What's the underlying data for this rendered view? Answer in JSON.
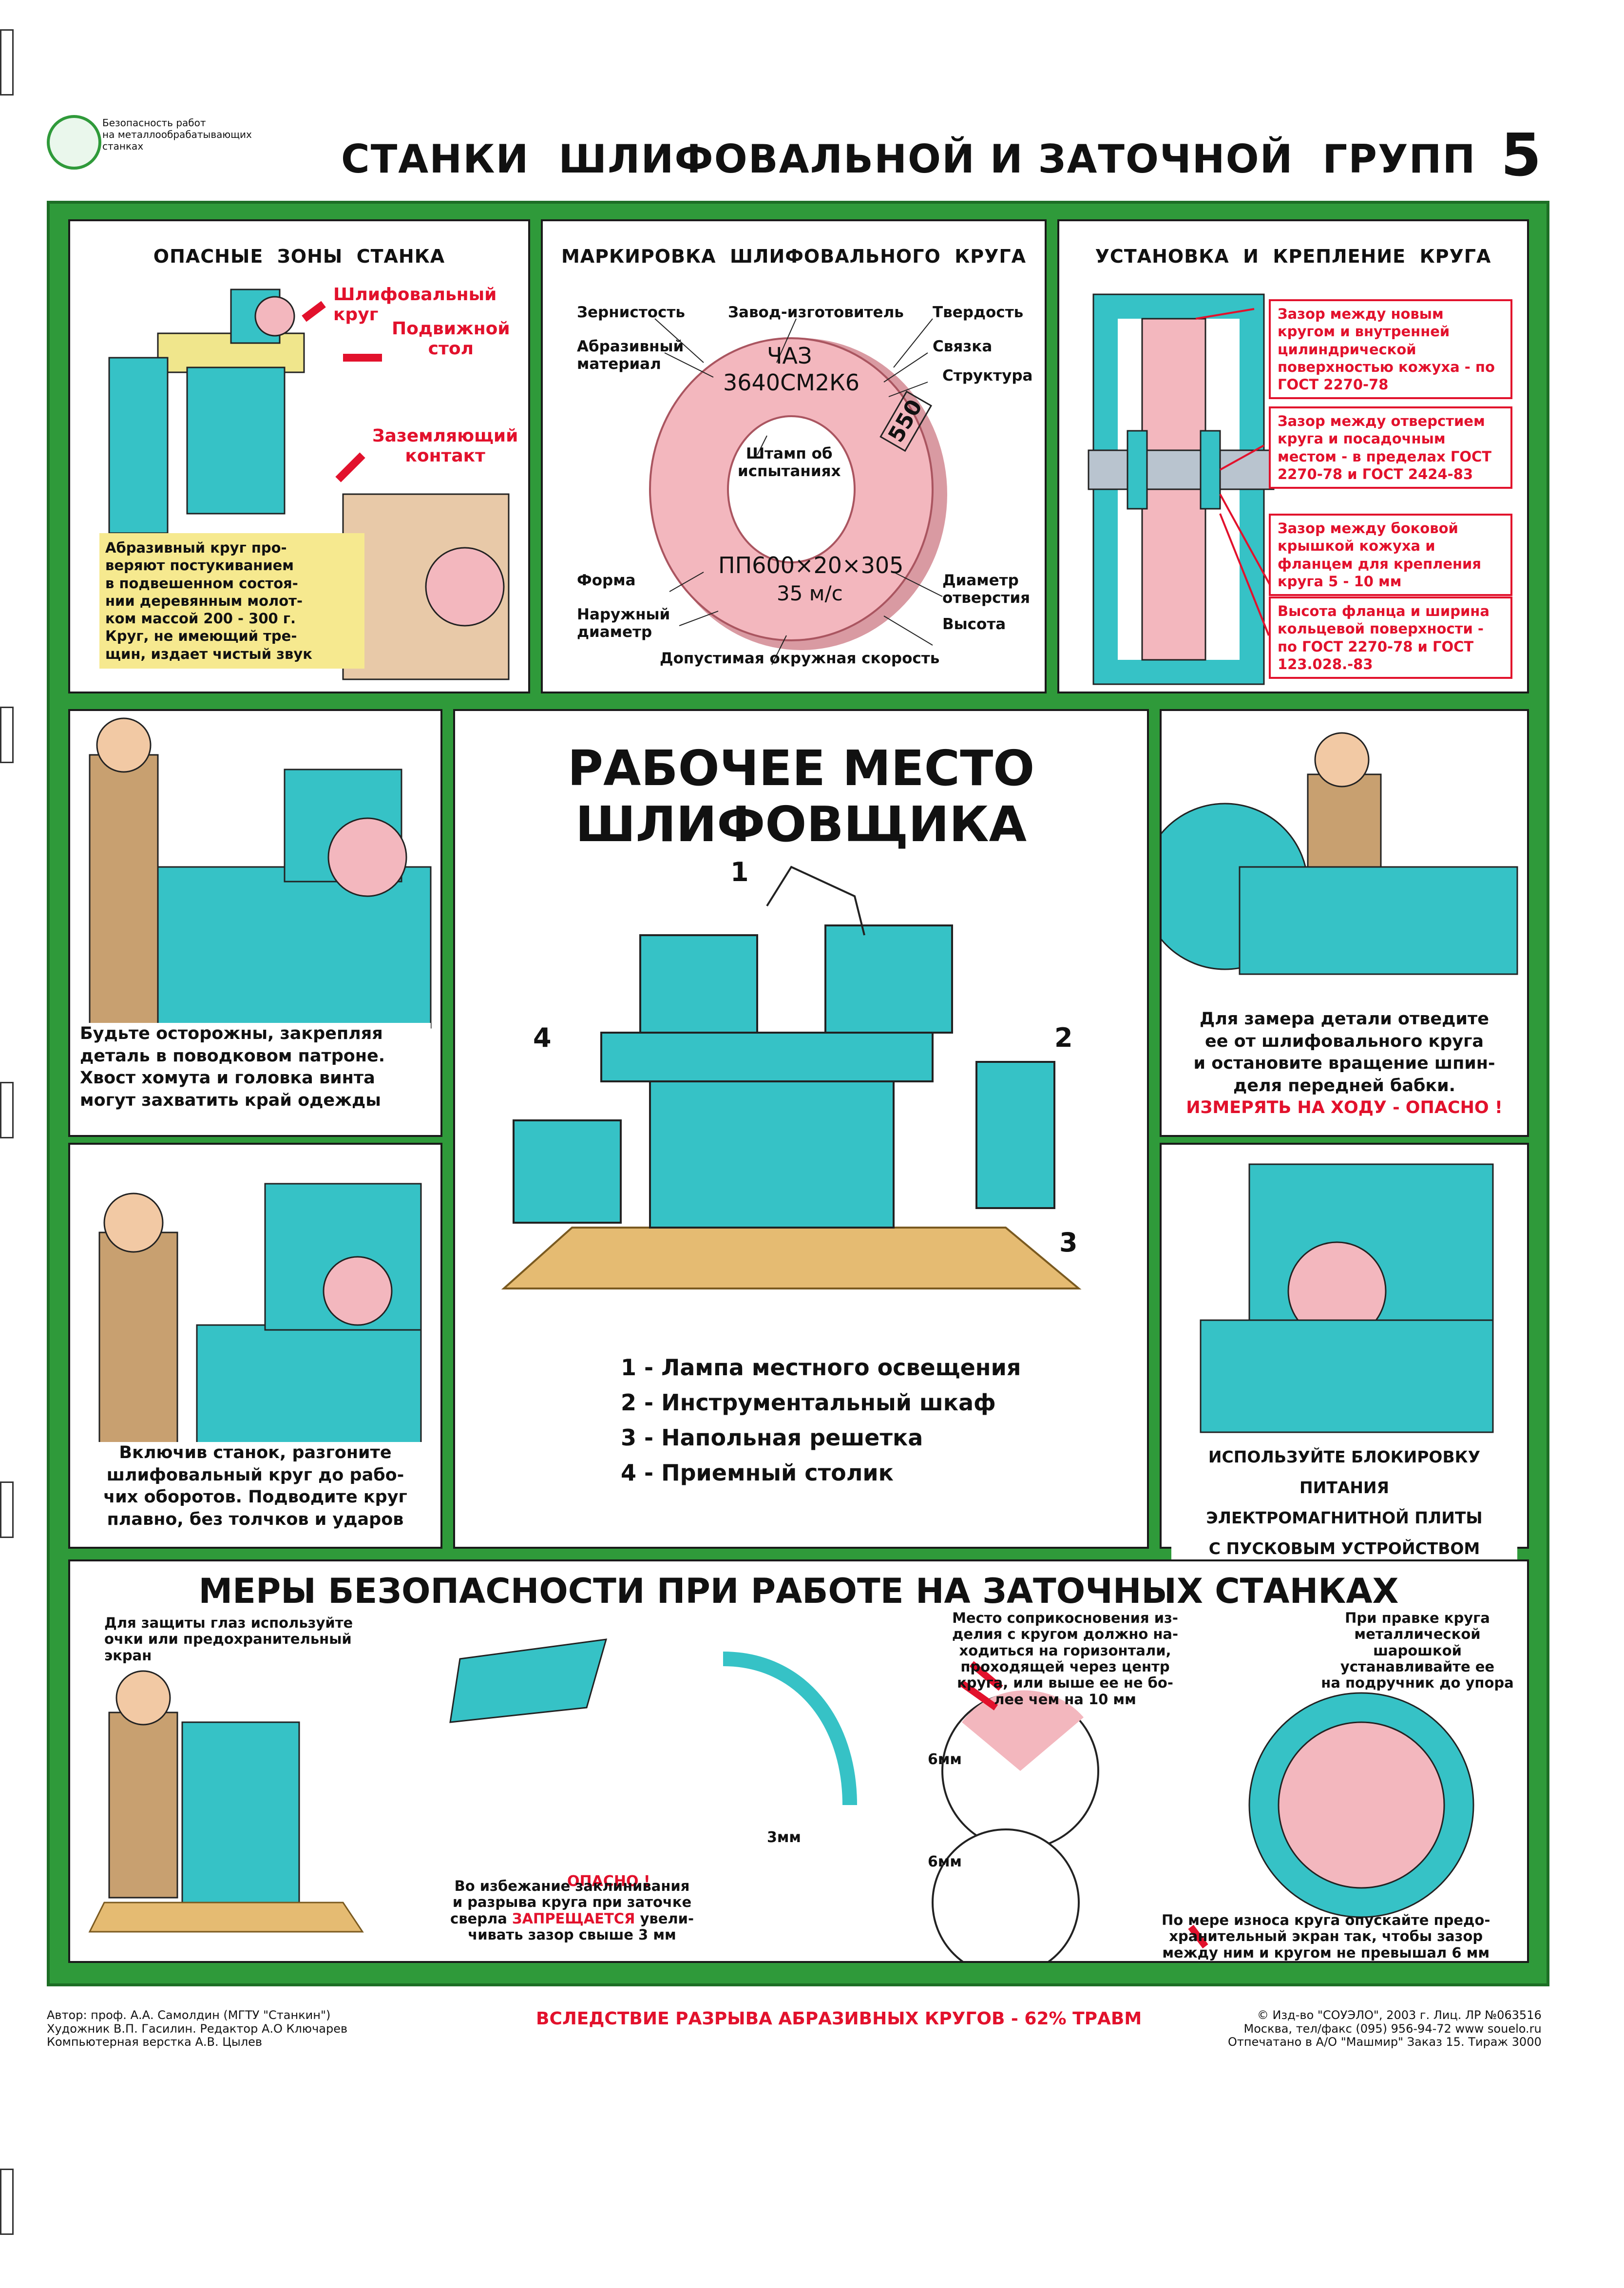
{
  "header": {
    "series": [
      "Безопасность работ",
      "на металлообрабатывающих",
      "станках"
    ],
    "title": "СТАНКИ  ШЛИФОВАЛЬНОЙ И ЗАТОЧНОЙ  ГРУПП",
    "page_number": "5"
  },
  "danger_zones": {
    "title": "ОПАСНЫЕ  ЗОНЫ  СТАНКА",
    "wheel": "Шлифовальный круг",
    "table": [
      "Подвижной",
      "стол"
    ],
    "ground": [
      "Заземляющий",
      "контакт"
    ],
    "note": [
      "Абразивный круг про-",
      "веряют постукиванием",
      "в подвешенном состоя-",
      "нии деревянным молот-",
      "ком массой 200 - 300 г.",
      "Круг, не имеющий тре-",
      "щин, издает чистый звук"
    ]
  },
  "marking": {
    "title": "МАРКИРОВКА  ШЛИФОВАЛЬНОГО  КРУГА",
    "grain": "Зернистость",
    "maker": "Завод-изготовитель",
    "hardness": "Твердость",
    "abrasive": [
      "Абразивный",
      "материал"
    ],
    "bond": "Связка",
    "structure": "Структура",
    "code1": "ЧАЗ",
    "code2": "3640СМ2К6",
    "stamp": [
      "Штамп об",
      "испытаниях"
    ],
    "stamp_num": "550",
    "form": "Форма",
    "outer": [
      "Наружный",
      "диаметр"
    ],
    "size": "ПП600×20×305",
    "speed_mark": "35 м/с",
    "bore": [
      "Диаметр",
      "отверстия"
    ],
    "height": "Высота",
    "speed": "Допустимая окружная скорость"
  },
  "mounting": {
    "title": "УСТАНОВКА  И  КРЕПЛЕНИЕ  КРУГА",
    "box1": "Зазор между новым кругом и внутренней цилиндрической поверхностью кожуха - по ГОСТ 2270-78",
    "box2": "Зазор между отверстием круга и посадочным местом - в пределах ГОСТ 2270-78 и ГОСТ 2424-83",
    "box3": "Зазор между боковой крышкой кожуха и фланцем для крепления круга 5 - 10 мм",
    "box4": "Высота фланца и ширина кольцевой поверхности - по ГОСТ 2270-78 и ГОСТ 123.028.-83"
  },
  "left1": {
    "caption": [
      "Будьте осторожны, закрепляя",
      "деталь в поводковом патроне.",
      "Хвост хомута и головка винта",
      "могут захватить край одежды"
    ]
  },
  "left2": {
    "caption": [
      "Включив станок, разгоните",
      "шлифовальный круг до рабо-",
      "чих оборотов. Подводите круг",
      "плавно, без толчков и ударов"
    ]
  },
  "center": {
    "title": [
      "РАБОЧЕЕ  МЕСТО",
      "ШЛИФОВЩИКА"
    ],
    "n1": "1",
    "n2": "2",
    "n3": "3",
    "n4": "4",
    "legend": [
      "1 -  Лампа местного освещения",
      "2 -  Инструментальный шкаф",
      "3 -  Напольная решетка",
      "4 -  Приемный столик"
    ]
  },
  "right1": {
    "caption": [
      "Для замера детали отведите",
      "ее от шлифовального круга",
      "и остановите вращение шпин-",
      "деля передней бабки."
    ],
    "warning": "ИЗМЕРЯТЬ НА ХОДУ - ОПАСНО !"
  },
  "right2": {
    "caption": [
      "ИСПОЛЬЗУЙТЕ БЛОКИРОВКУ ПИТАНИЯ",
      "ЭЛЕКТРОМАГНИТНОЙ ПЛИТЫ",
      "С ПУСКОВЫМ УСТРОЙСТВОМ СТАНКА"
    ]
  },
  "bottom": {
    "title": "МЕРЫ БЕЗОПАСНОСТИ ПРИ РАБОТЕ НА ЗАТОЧНЫХ СТАНКАХ",
    "eyes": [
      "Для защиты глаз используйте",
      "очки или предохранительный",
      "экран"
    ],
    "danger": "ОПАСНО !",
    "contact": [
      "Место соприкосновения из-",
      "делия с кругом должно на-",
      "ходиться на горизонтали,",
      "проходящей через центр",
      "круга, или выше ее не бо-",
      "лее чем на 10 мм"
    ],
    "dressing": [
      "При правке круга",
      "металлической шарошкой",
      "устанавливайте ее",
      "на подручник до упора"
    ],
    "gap6a": "6мм",
    "gap3": "3мм",
    "gap6b": "6мм",
    "jamming": [
      "Во избежание заклинивания",
      "и разрыва круга при заточке",
      "сверла",
      "ЗАПРЕЩАЕТСЯ",
      "увели-",
      "чивать зазор свыше 3 мм"
    ],
    "wear": [
      "По мере износа круга опускайте предо-",
      "хранительный экран так, чтобы зазор",
      "между ним и кругом не превышал 6 мм"
    ]
  },
  "footer": {
    "authors": [
      "Автор: проф. А.А. Самолдин (МГТУ \"Станкин\")",
      "Художник В.П. Гасилин. Редактор А.О  Ключарев",
      "Компьютерная верстка А.В. Цылев"
    ],
    "center": "ВСЛЕДСТВИЕ РАЗРЫВА АБРАЗИВНЫХ КРУГОВ - 62% ТРАВМ",
    "publisher": [
      "©  Изд-во \"СОУЭЛО\", 2003 г. Лиц. ЛР №063516",
      "Москва, тел/факс  (095)  956-94-72 www souelo.ru",
      "Отпечатано в А/О \"Машмир\"  Заказ 15. Тираж 3000"
    ]
  },
  "colors": {
    "frame": "#2f9a3a",
    "accent": "#e2112c",
    "machine": "#36c2c6",
    "wheel": "#f3b7be"
  }
}
